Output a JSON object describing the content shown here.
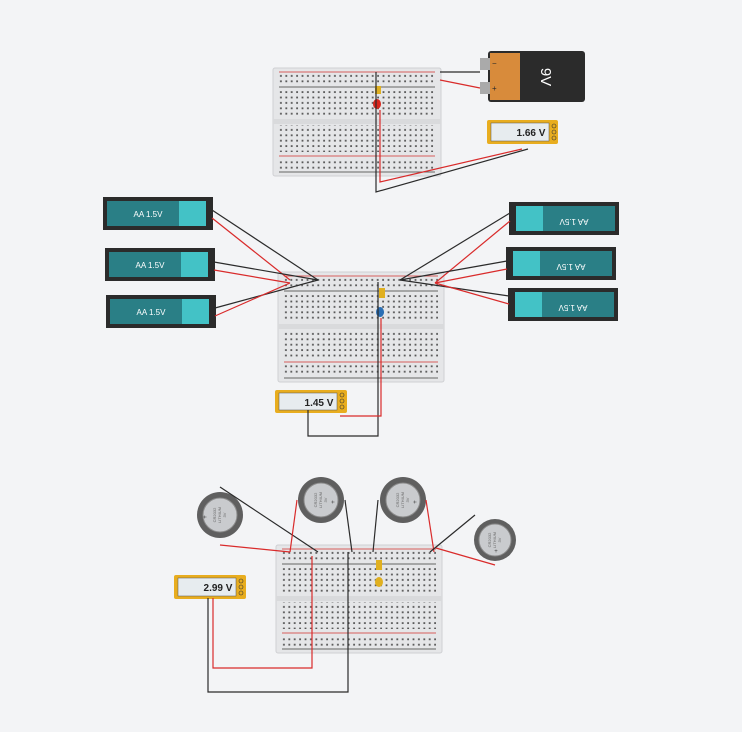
{
  "colors": {
    "background": "#f3f4f6",
    "breadboard": "#e5e6e8",
    "rail_red": "#d32f2f",
    "rail_blue": "#3a3a3a",
    "wire_red": "#d92b2b",
    "wire_black": "#2b2b2b",
    "aa_battery": "#2a7f86",
    "aa_terminal": "#43c2c6",
    "nine_volt_body": "#d88b3b",
    "nine_volt_top": "#2b2b2b",
    "multimeter": "#e8ad1f",
    "coin_cell": "#6a6a6a",
    "led_red": "#d8261c",
    "led_blue": "#2a6fb5",
    "led_yellow": "#e0b020"
  },
  "circuit_1": {
    "battery_label": "9V",
    "battery_plus": "+",
    "battery_minus": "−",
    "meter_reading": "1.66 V"
  },
  "circuit_2": {
    "battery_label": "AA 1.5V",
    "meter_reading": "1.45 V"
  },
  "circuit_3": {
    "coin_label_line1": "CR2032",
    "coin_label_line2": "LITHIUM",
    "coin_label_line3": "3V",
    "coin_plus": "+",
    "meter_reading": "2.99 V"
  }
}
